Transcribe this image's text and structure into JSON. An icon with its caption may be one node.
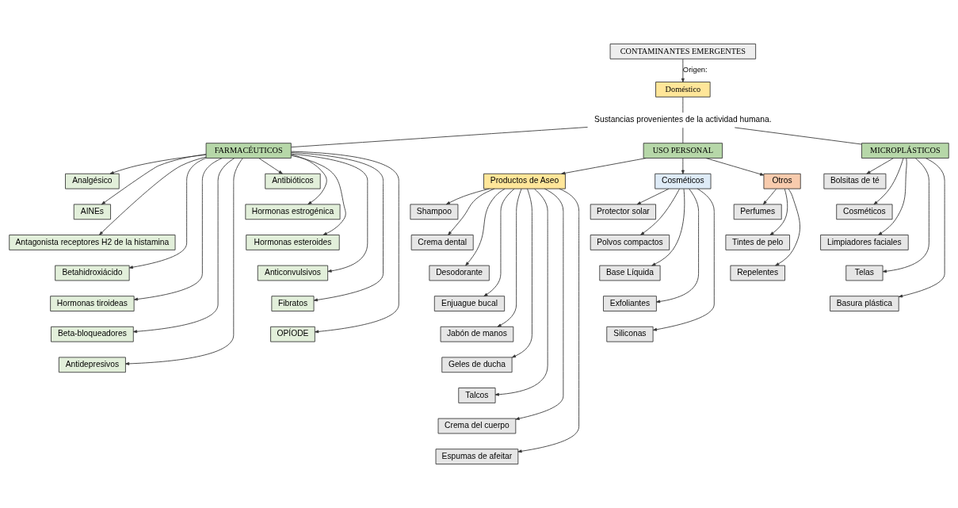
{
  "diagram": {
    "nodes": [
      {
        "text": [
          "CONTAMINANTES EMERGENTES"
        ]
      },
      {
        "text": [
          "Doméstico"
        ]
      },
      {
        "text": [
          "Sustancias provenientes de la actividad humana."
        ]
      },
      {
        "text": [
          "FARMACÉUTICOS"
        ]
      },
      {
        "text": [
          "USO PERSONAL"
        ]
      },
      {
        "text": [
          "MICROPLÁSTICOS"
        ]
      },
      {
        "text": [
          "Analgésico"
        ]
      },
      {
        "text": [
          "AINEs"
        ]
      },
      {
        "text": [
          "Antagonista receptores H2 de la histamina"
        ]
      },
      {
        "text": [
          "Betahidroxiácido"
        ]
      },
      {
        "text": [
          "Hormonas tiroideas"
        ]
      },
      {
        "text": [
          "Beta-bloqueadores"
        ]
      },
      {
        "text": [
          "Antidepresivos"
        ]
      },
      {
        "text": [
          "Antibióticos"
        ]
      },
      {
        "text": [
          "Hormonas estrogénica"
        ]
      },
      {
        "text": [
          "Hormonas esteroides"
        ]
      },
      {
        "text": [
          "Anticonvulsivos"
        ]
      },
      {
        "text": [
          "Fibratos"
        ]
      },
      {
        "text": [
          "OPÍODE"
        ]
      },
      {
        "text": [
          "Productos de Aseo"
        ]
      },
      {
        "text": [
          "Cosméticos"
        ]
      },
      {
        "text": [
          "Otros"
        ]
      },
      {
        "text": [
          "Shampoo"
        ]
      },
      {
        "text": [
          "Crema dental"
        ]
      },
      {
        "text": [
          "Desodorante"
        ]
      },
      {
        "text": [
          "Enjuague bucal"
        ]
      },
      {
        "text": [
          "Jabón de manos"
        ]
      },
      {
        "text": [
          "Geles de ducha"
        ]
      },
      {
        "text": [
          "Talcos"
        ]
      },
      {
        "text": [
          "Crema del cuerpo"
        ]
      },
      {
        "text": [
          "Espumas de afeitar"
        ]
      },
      {
        "text": [
          "Protector solar"
        ]
      },
      {
        "text": [
          "Polvos compactos"
        ]
      },
      {
        "text": [
          "Base Líquida"
        ]
      },
      {
        "text": [
          "Exfoliantes"
        ]
      },
      {
        "text": [
          "Siliconas"
        ]
      },
      {
        "text": [
          "Perfumes"
        ]
      },
      {
        "text": [
          "Tintes de pelo"
        ]
      },
      {
        "text": [
          "Repelentes"
        ]
      },
      {
        "text": [
          "Bolsitas de té"
        ]
      },
      {
        "text": [
          "Cosméticos"
        ]
      },
      {
        "text": [
          "Limpiadores faciales"
        ]
      },
      {
        "text": [
          "Telas"
        ]
      },
      {
        "text": [
          "Basura plástica"
        ]
      }
    ],
    "edges": [
      {
        "from": 0,
        "to": 1,
        "arrow": "to",
        "label": "Origen:"
      },
      {
        "from": 1,
        "to": 2,
        "arrow": "none"
      },
      {
        "from": 2,
        "to": 3,
        "arrow": "none"
      },
      {
        "from": 2,
        "to": 4,
        "arrow": "none"
      },
      {
        "from": 2,
        "to": 5,
        "arrow": "none"
      },
      {
        "from": 3,
        "to": 6,
        "arrow": "to"
      },
      {
        "from": 3,
        "to": 7,
        "arrow": "to"
      },
      {
        "from": 3,
        "to": 8,
        "arrow": "to"
      },
      {
        "from": 3,
        "to": 9,
        "arrow": "to"
      },
      {
        "from": 3,
        "to": 10,
        "arrow": "to"
      },
      {
        "from": 3,
        "to": 11,
        "arrow": "to"
      },
      {
        "from": 3,
        "to": 12,
        "arrow": "to"
      },
      {
        "from": 3,
        "to": 13,
        "arrow": "to"
      },
      {
        "from": 3,
        "to": 14,
        "arrow": "to"
      },
      {
        "from": 3,
        "to": 15,
        "arrow": "to"
      },
      {
        "from": 3,
        "to": 16,
        "arrow": "to"
      },
      {
        "from": 3,
        "to": 17,
        "arrow": "to"
      },
      {
        "from": 3,
        "to": 18,
        "arrow": "to"
      },
      {
        "from": 4,
        "to": 19,
        "arrow": "to"
      },
      {
        "from": 4,
        "to": 20,
        "arrow": "to"
      },
      {
        "from": 4,
        "to": 21,
        "arrow": "to"
      },
      {
        "from": 19,
        "to": 22,
        "arrow": "to"
      },
      {
        "from": 19,
        "to": 23,
        "arrow": "to"
      },
      {
        "from": 19,
        "to": 24,
        "arrow": "to"
      },
      {
        "from": 19,
        "to": 25,
        "arrow": "to"
      },
      {
        "from": 19,
        "to": 26,
        "arrow": "to"
      },
      {
        "from": 19,
        "to": 27,
        "arrow": "to"
      },
      {
        "from": 19,
        "to": 28,
        "arrow": "to"
      },
      {
        "from": 19,
        "to": 29,
        "arrow": "to"
      },
      {
        "from": 19,
        "to": 30,
        "arrow": "to"
      },
      {
        "from": 20,
        "to": 31,
        "arrow": "to"
      },
      {
        "from": 20,
        "to": 32,
        "arrow": "to"
      },
      {
        "from": 20,
        "to": 33,
        "arrow": "to"
      },
      {
        "from": 20,
        "to": 34,
        "arrow": "to"
      },
      {
        "from": 20,
        "to": 35,
        "arrow": "to"
      },
      {
        "from": 21,
        "to": 36,
        "arrow": "to"
      },
      {
        "from": 21,
        "to": 37,
        "arrow": "to"
      },
      {
        "from": 21,
        "to": 38,
        "arrow": "to"
      },
      {
        "from": 5,
        "to": 39,
        "arrow": "to"
      },
      {
        "from": 5,
        "to": 40,
        "arrow": "to"
      },
      {
        "from": 5,
        "to": 41,
        "arrow": "to"
      },
      {
        "from": 5,
        "to": 42,
        "arrow": "to"
      },
      {
        "from": 5,
        "to": 43,
        "arrow": "to"
      }
    ]
  }
}
